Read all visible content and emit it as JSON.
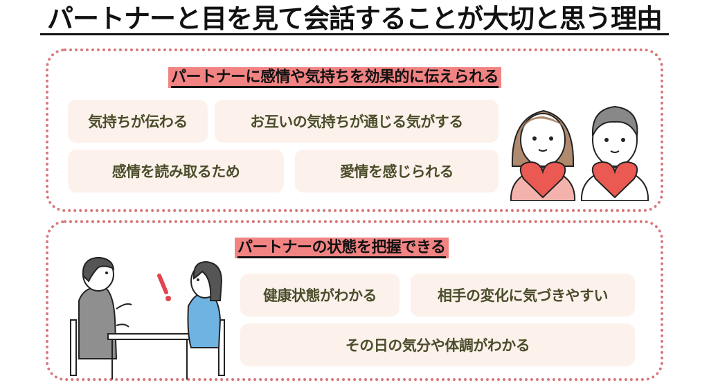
{
  "title": "パートナーと目を見て会話することが大切と思う理由",
  "sections": [
    {
      "heading": "パートナーに感情や気持ちを効果的に伝えられる",
      "items": [
        "気持ちが伝わる",
        "お互いの気持ちが通じる気がする",
        "感情を読み取るため",
        "愛情を感じられる"
      ],
      "illustration": "couple-holding-hearts"
    },
    {
      "heading": "パートナーの状態を把握できる",
      "items": [
        "健康状態がわかる",
        "相手の変化に気づきやすい",
        "その日の気分や体調がわかる"
      ],
      "illustration": "two-people-talking-at-table"
    }
  ],
  "colors": {
    "accent": "#f28383",
    "dotted_border": "#d9777a",
    "card_bg": "#fdf1ec",
    "card_text": "#4a4d2a"
  }
}
